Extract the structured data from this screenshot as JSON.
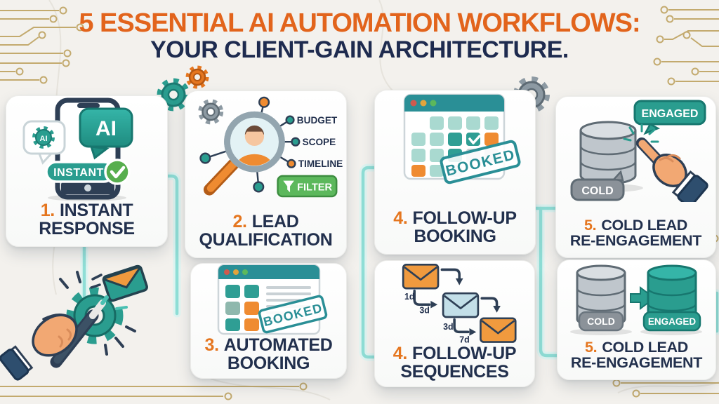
{
  "header": {
    "title_line1": "5 ESSENTIAL AI AUTOMATION WORKFLOWS:",
    "title_line2": "YOUR CLIENT-GAIN ARCHITECTURE."
  },
  "colors": {
    "accent_orange": "#e5761f",
    "title_orange": "#e2641c",
    "navy": "#1e2b4f",
    "teal": "#2a9d8f",
    "teal_dark": "#17776f",
    "light_teal_connector": "#8fded6",
    "gold_circuit": "#c3aa6e",
    "green": "#5cb85c",
    "gray_db": "#bfc6cc"
  },
  "cards": {
    "instant_response": {
      "number": "1.",
      "line1": "INSTANT",
      "line2": "RESPONSE",
      "ai_large": "AI",
      "ai_small": "AI",
      "badge": "INSTANT"
    },
    "lead_qualification": {
      "number": "2.",
      "line1": "LEAD",
      "line2": "QUALIFICATION",
      "criteria": [
        "BUDGET",
        "SCOPE",
        "TIMELINE"
      ],
      "filter_button": "FILTER"
    },
    "follow_up_booking": {
      "number": "4.",
      "line1": "FOLLOW-UP",
      "line2": "BOOKING",
      "stamp": "BOOKED"
    },
    "cold_lead_top": {
      "number": "5.",
      "line1": "COLD LEAD",
      "line2": "RE-ENGAGEMENT",
      "cold_label": "COLD",
      "engaged_label": "ENGAGED"
    },
    "automated_booking": {
      "number": "3.",
      "line1": "AUTOMATED",
      "line2": "BOOKING",
      "stamp": "BOOKED"
    },
    "follow_up_sequences": {
      "number": "4.",
      "line1": "FOLLOW-UP",
      "line2": "SEQUENCES",
      "intervals": [
        "1d",
        "3d",
        "3d",
        "7d"
      ]
    },
    "cold_lead_bottom": {
      "number": "5.",
      "line1": "COLD LEAD",
      "line2": "RE-ENGAGEMENT",
      "cold_label": "COLD",
      "engaged_label": "ENGAGED"
    }
  }
}
